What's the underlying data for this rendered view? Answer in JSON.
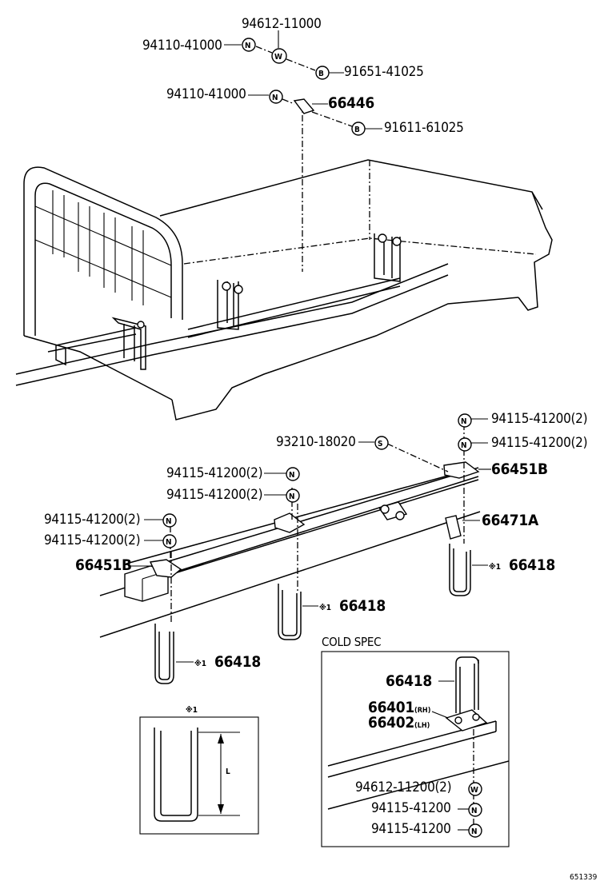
{
  "top_callouts": {
    "p94612_11000": "94612-11000",
    "p94110_41000_a": "94110-41000",
    "p91651_41025": "91651-41025",
    "p94110_41000_b": "94110-41000",
    "p66446": "66446",
    "p91611_61025": "91611-61025"
  },
  "frame_callouts": {
    "p94115_r1": "94115-41200(2)",
    "p94115_r2": "94115-41200(2)",
    "p93210": "93210-18020",
    "p66451b_r": "66451B",
    "p94115_m1": "94115-41200(2)",
    "p94115_m2": "94115-41200(2)",
    "p94115_l1": "94115-41200(2)",
    "p94115_l2": "94115-41200(2)",
    "p66471a": "66471A",
    "p66451b_l": "66451B",
    "p66418_r": "66418",
    "p66418_m": "66418",
    "p66418_l": "66418",
    "note_mark": "※1"
  },
  "symbols": {
    "nut": "N",
    "washer": "W",
    "bolt": "B",
    "spring": "S"
  },
  "detail_box": {
    "title": "※1",
    "dim_label": "L"
  },
  "cold_spec": {
    "title": "COLD SPEC",
    "p66418": "66418",
    "p66401": "66401",
    "p66401_suffix": "(RH)",
    "p66402": "66402",
    "p66402_suffix": "(LH)",
    "p94612": "94612-11200(2)",
    "p94115_a": "94115-41200",
    "p94115_b": "94115-41200"
  },
  "figure_id": "651339"
}
